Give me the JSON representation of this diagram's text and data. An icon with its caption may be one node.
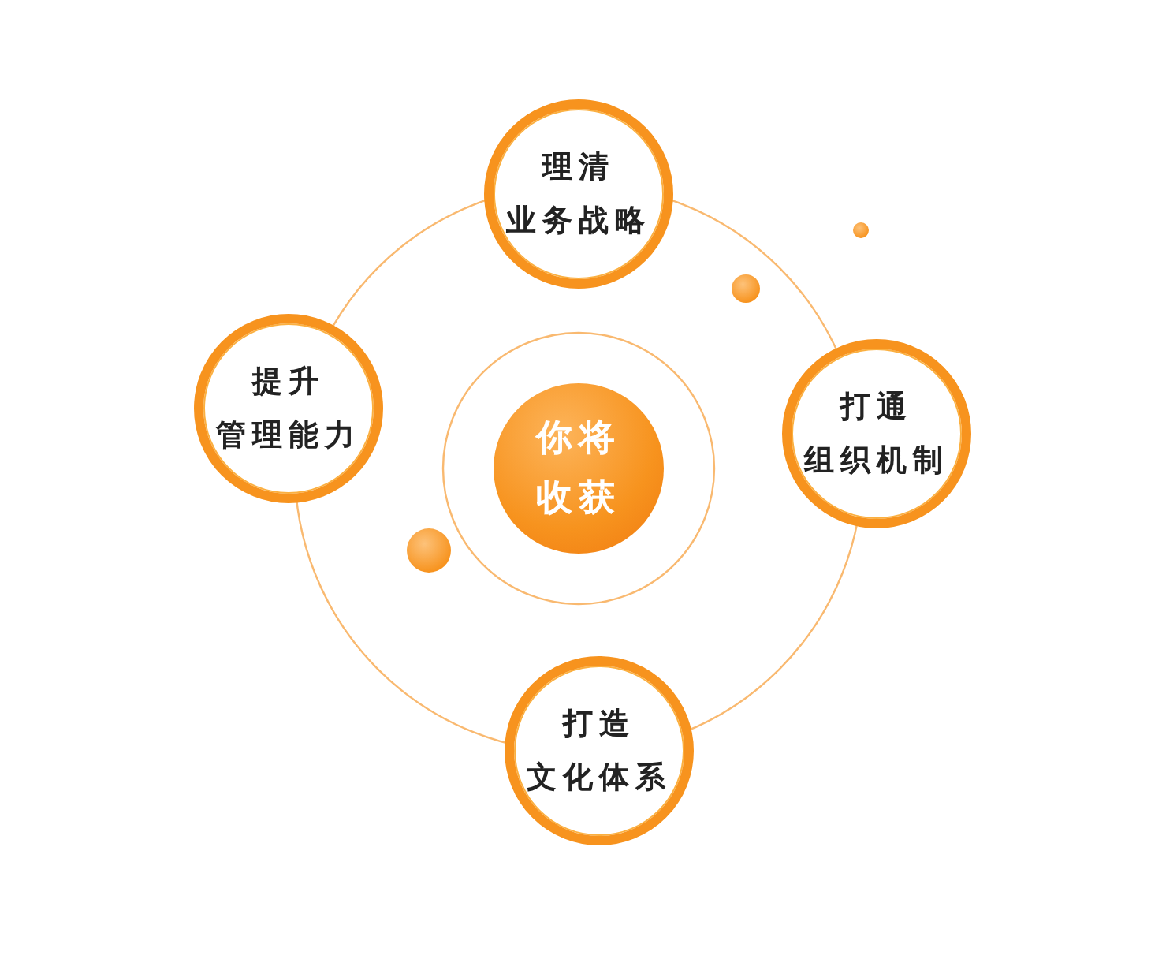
{
  "diagram": {
    "nodes": [
      {
        "text": [
          "你将收获"
        ]
      },
      {
        "text": [
          "理清业务战略"
        ]
      },
      {
        "text": [
          "打通组织机制"
        ]
      },
      {
        "text": [
          "打造文化体系"
        ]
      },
      {
        "text": [
          "提升管理能力"
        ]
      }
    ]
  }
}
